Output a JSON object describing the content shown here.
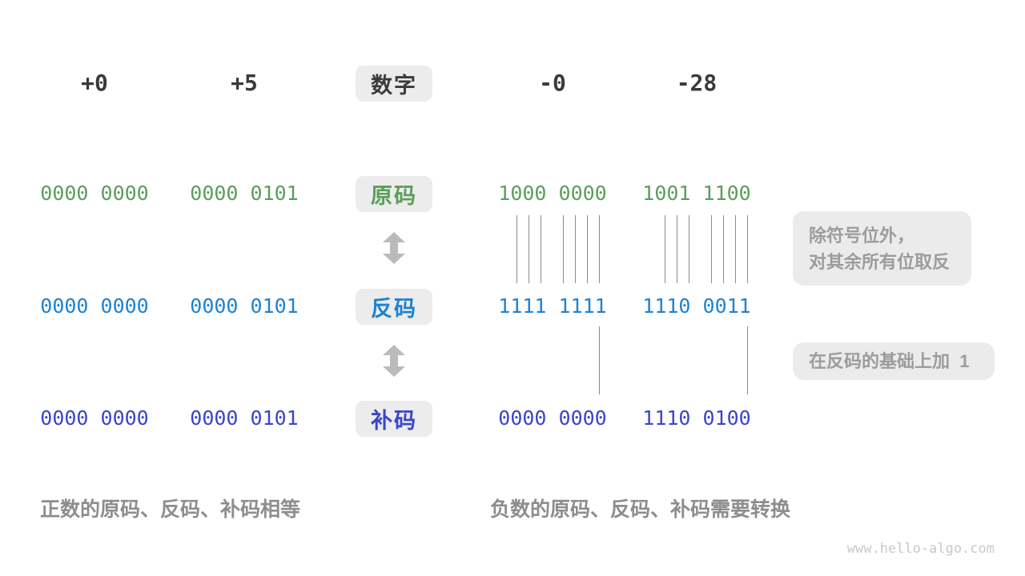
{
  "title_row": {
    "numbers": [
      "+0",
      "+5",
      "-0",
      "-28"
    ],
    "label": "数字"
  },
  "code_rows": [
    {
      "label": "原码",
      "color": "#5a9e5c",
      "values": [
        "0000 0000",
        "0000 0101",
        "1000 0000",
        "1001 1100"
      ]
    },
    {
      "label": "反码",
      "color": "#1e82d2",
      "values": [
        "0000 0000",
        "0000 0101",
        "1111 1111",
        "1110 0011"
      ]
    },
    {
      "label": "补码",
      "color": "#3b46c8",
      "values": [
        "0000 0000",
        "0000 0101",
        "0000 0000",
        "1110 0100"
      ]
    }
  ],
  "annotations": [
    {
      "lines": [
        "除符号位外，",
        "对其余所有位取反"
      ]
    },
    {
      "lines": [
        "在反码的基础上加  1"
      ]
    }
  ],
  "captions": {
    "positive": "正数的原码、反码、补码相等",
    "negative": "负数的原码、反码、补码需要转换"
  },
  "watermark": "www.hello-algo.com",
  "colors": {
    "sign_magnitude_green": "#5a9e5c",
    "ones_complement_blue": "#1e82d2",
    "twos_complement_indigo": "#3b46c8",
    "chip_background": "#ececec",
    "note_background": "#ebebeb",
    "note_text": "#9c9c9c",
    "caption_text": "#8d8d8d",
    "heading_text": "#3a3a3a",
    "arrow_gray": "#bbbbbb",
    "bit_line_gray": "#8b8b8b",
    "watermark_text": "#c9c9c9"
  }
}
